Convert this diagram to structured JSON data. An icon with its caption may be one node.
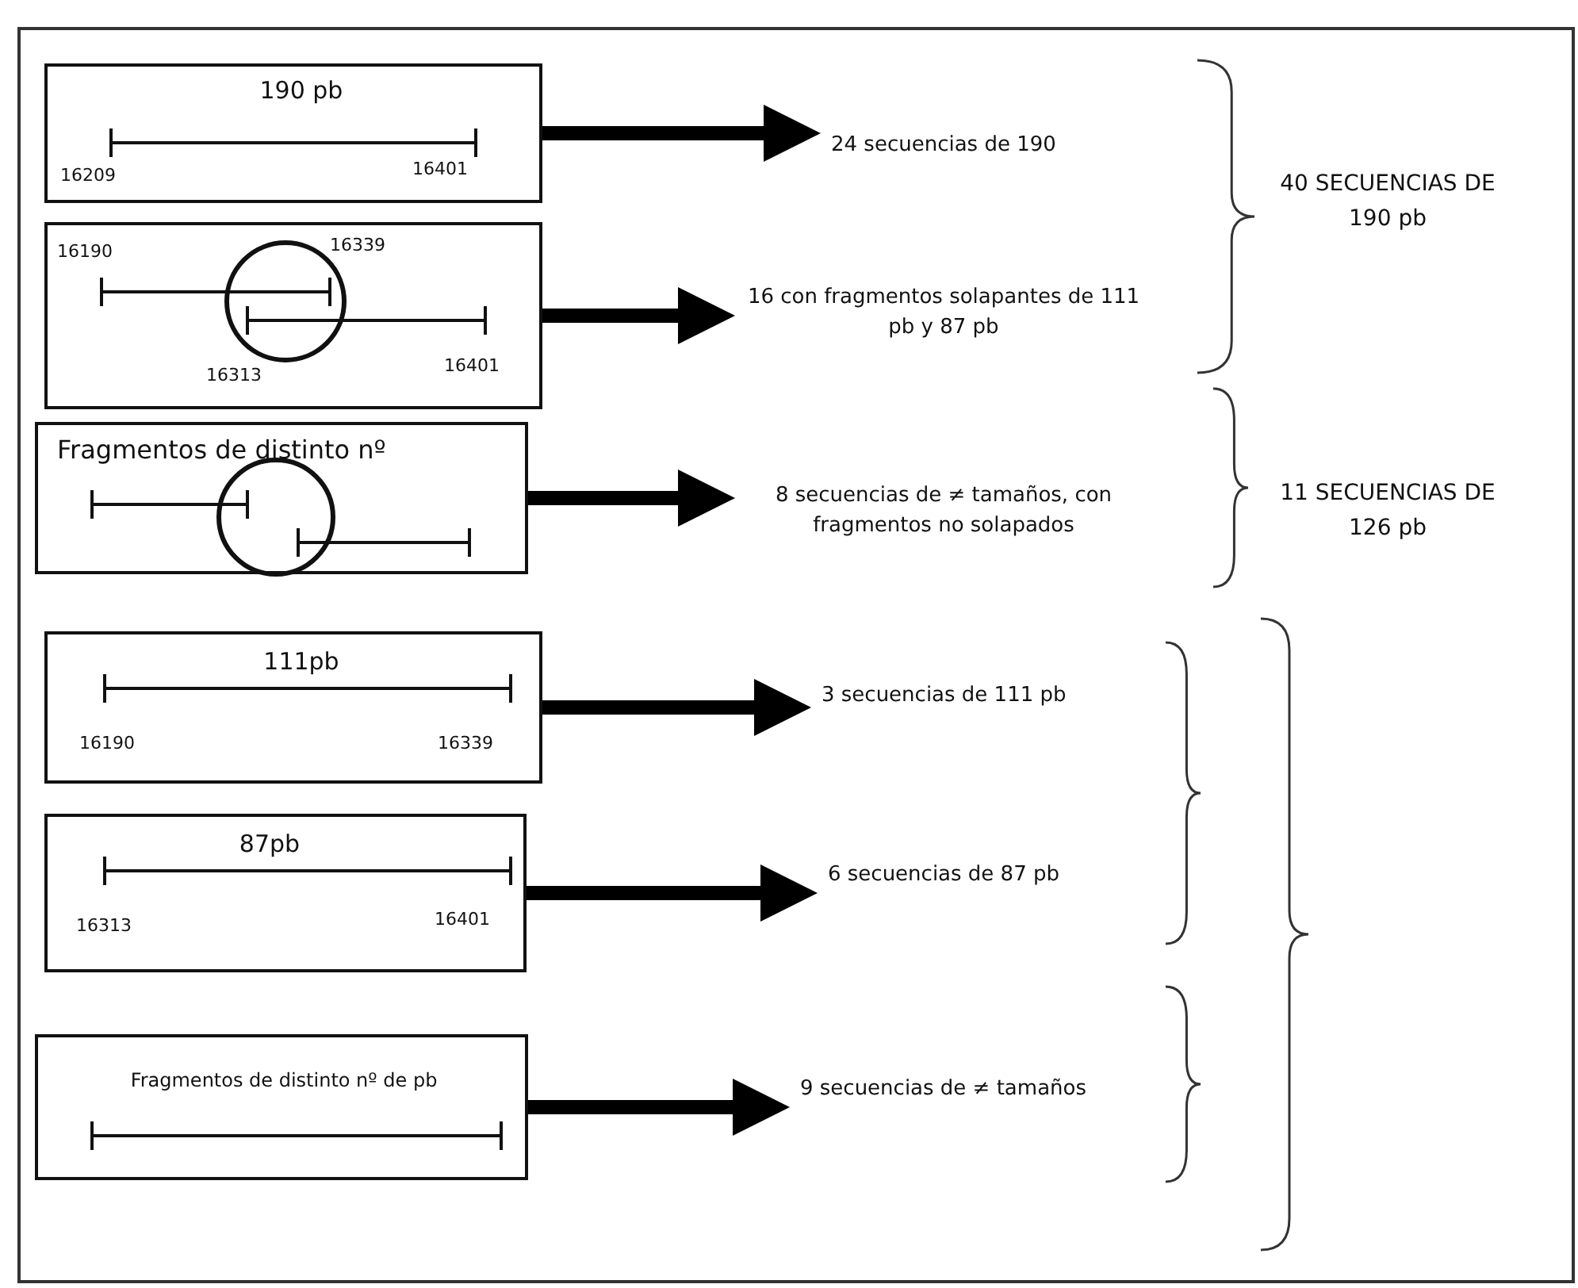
{
  "diagram": {
    "nodes": [
      {
        "text": [
          "190 pb",
          "16209",
          "16401"
        ]
      },
      {
        "text": [
          "16190",
          "16339",
          "16313",
          "16401"
        ]
      },
      {
        "text": [
          "Fragmentos de distinto nº"
        ]
      },
      {
        "text": [
          "111pb",
          "16190",
          "16339"
        ]
      },
      {
        "text": [
          "87pb",
          "16313",
          "16401"
        ]
      },
      {
        "text": [
          "Fragmentos de distinto nº de pb"
        ]
      },
      {
        "text": [
          "24 secuencias de 190"
        ]
      },
      {
        "text": [
          "16 con fragmentos solapantes de 111 pb y 87 pb"
        ]
      },
      {
        "text": [
          "8 secuencias de ≠ tamaños, con fragmentos no solapados"
        ]
      },
      {
        "text": [
          "3 secuencias de 111 pb"
        ]
      },
      {
        "text": [
          "6 secuencias de 87 pb"
        ]
      },
      {
        "text": [
          "9 secuencias de ≠ tamaños"
        ]
      },
      {
        "text": [
          "40 SECUENCIAS DE 190 pb"
        ]
      },
      {
        "text": [
          "11 SECUENCIAS DE 126 pb"
        ]
      }
    ],
    "edges": [
      {
        "from": 0,
        "to": 6,
        "arrow": "to"
      },
      {
        "from": 1,
        "to": 7,
        "arrow": "to"
      },
      {
        "from": 2,
        "to": 8,
        "arrow": "to"
      },
      {
        "from": 3,
        "to": 9,
        "arrow": "to"
      },
      {
        "from": 4,
        "to": 10,
        "arrow": "to"
      },
      {
        "from": 5,
        "to": 11,
        "arrow": "to"
      }
    ]
  }
}
